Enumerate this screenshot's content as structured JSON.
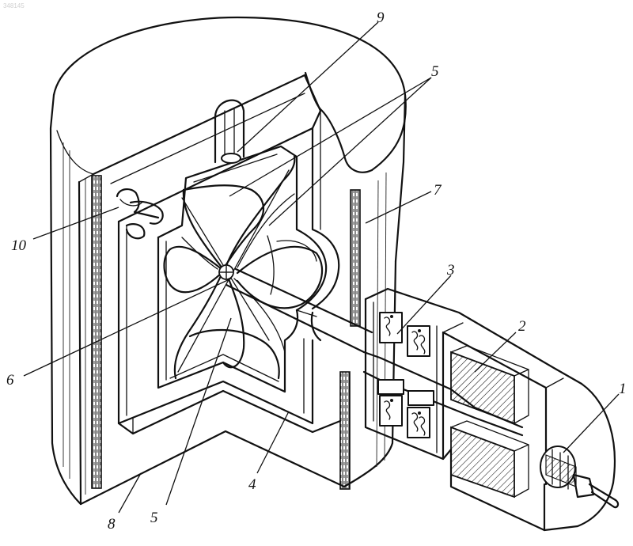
{
  "watermark": "348145",
  "labels": {
    "l1": "1",
    "l2": "2",
    "l3": "3",
    "l4": "4",
    "l5a": "5",
    "l5b": "5",
    "l6": "6",
    "l7": "7",
    "l8": "8",
    "l9": "9",
    "l10": "10"
  }
}
